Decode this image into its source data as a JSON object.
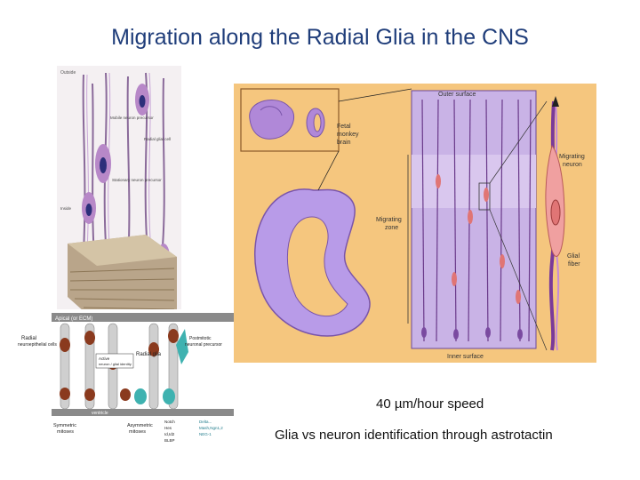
{
  "title": "Migration along the Radial Glia in the CNS",
  "captions": {
    "speed": "40 µm/hour speed",
    "identification": "Glia vs neuron identification through astrotactin"
  },
  "left_panel": {
    "labels": {
      "top": "Outside",
      "mobile": "Mobile neuron precursor",
      "radial": "Radial glial cell",
      "stationary": "Stationary neuron precursor",
      "bottom": "Inside"
    }
  },
  "right_panel": {
    "labels": {
      "outer": "Outer surface",
      "fetal1": "Fetal",
      "fetal2": "monkey",
      "fetal3": "brain",
      "zone1": "Migrating",
      "zone2": "zone",
      "neuron1": "Migrating",
      "neuron2": "neuron",
      "glia1": "Glial",
      "glia2": "fiber",
      "inner": "Inner surface"
    }
  },
  "bottom_left": {
    "labels": {
      "top": "Apical (or ECM)",
      "radial_cells1": "Radial",
      "radial_cells2": "neuroepithelial cells",
      "radial_glia": "Radial glia",
      "postmitotic1": "Postmitotic",
      "postmitotic2": "neuronal precursor",
      "box1": "Active",
      "box2": "neuron / glial identity",
      "vent": "ventricle",
      "sym1": "Symmetric",
      "sym2": "mitoses",
      "asym1": "Asymmetric",
      "asym2": "mitoses",
      "k1": "Notch",
      "k2": "Hes",
      "k3": "Id,Id2",
      "k4": "BLBP",
      "v1": "Delta...",
      "v2": "Mash,Ngn1,2",
      "v3": "NEG-1"
    }
  },
  "colors": {
    "title": "#1f3d7a",
    "panel_bg": "#f5c67e",
    "brain": "#b89be8",
    "neuron": "#e68a8a"
  }
}
